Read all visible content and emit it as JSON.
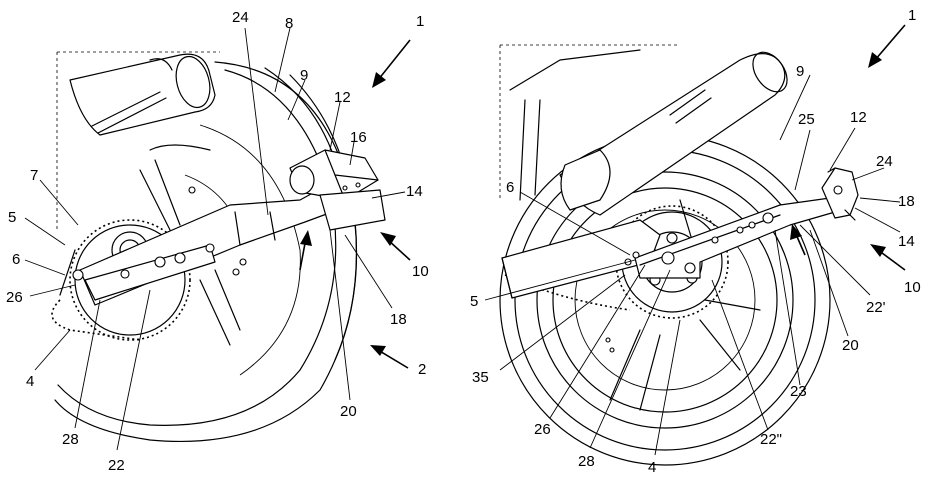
{
  "left_view": {
    "labels": {
      "n1": "1",
      "n24": "24",
      "n8": "8",
      "n9": "9",
      "n12": "12",
      "n16": "16",
      "n7": "7",
      "n14": "14",
      "n5": "5",
      "n6": "6",
      "n10": "10",
      "n26": "26",
      "n18": "18",
      "n4": "4",
      "n2": "2",
      "n20": "20",
      "n28": "28",
      "n22": "22"
    }
  },
  "right_view": {
    "labels": {
      "n1": "1",
      "n9": "9",
      "n25": "25",
      "n12": "12",
      "n24": "24",
      "n6": "6",
      "n18": "18",
      "n14": "14",
      "n10": "10",
      "n22p": "22'",
      "n5": "5",
      "n20": "20",
      "n23": "23",
      "n35": "35",
      "n26": "26",
      "n22pp": "22\"",
      "n28": "28",
      "n4": "4"
    }
  }
}
